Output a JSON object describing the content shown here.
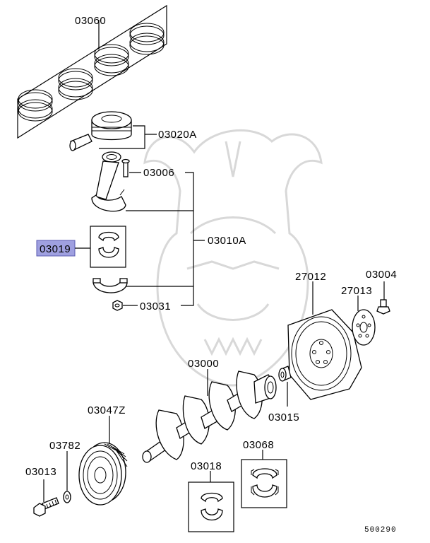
{
  "diagram": {
    "highlight_color": "#9fa0e0",
    "document_number": "500290",
    "labels": {
      "l03060": "03060",
      "l03020A": "03020A",
      "l03006": "03006",
      "l03019": "03019",
      "l03010A": "03010A",
      "l03031": "03031",
      "l27012": "27012",
      "l03004": "03004",
      "l27013": "27013",
      "l03000": "03000",
      "l03015": "03015",
      "l03047Z": "03047Z",
      "l03782": "03782",
      "l03013": "03013",
      "l03018": "03018",
      "l03068": "03068"
    },
    "selected_part": "03019"
  }
}
